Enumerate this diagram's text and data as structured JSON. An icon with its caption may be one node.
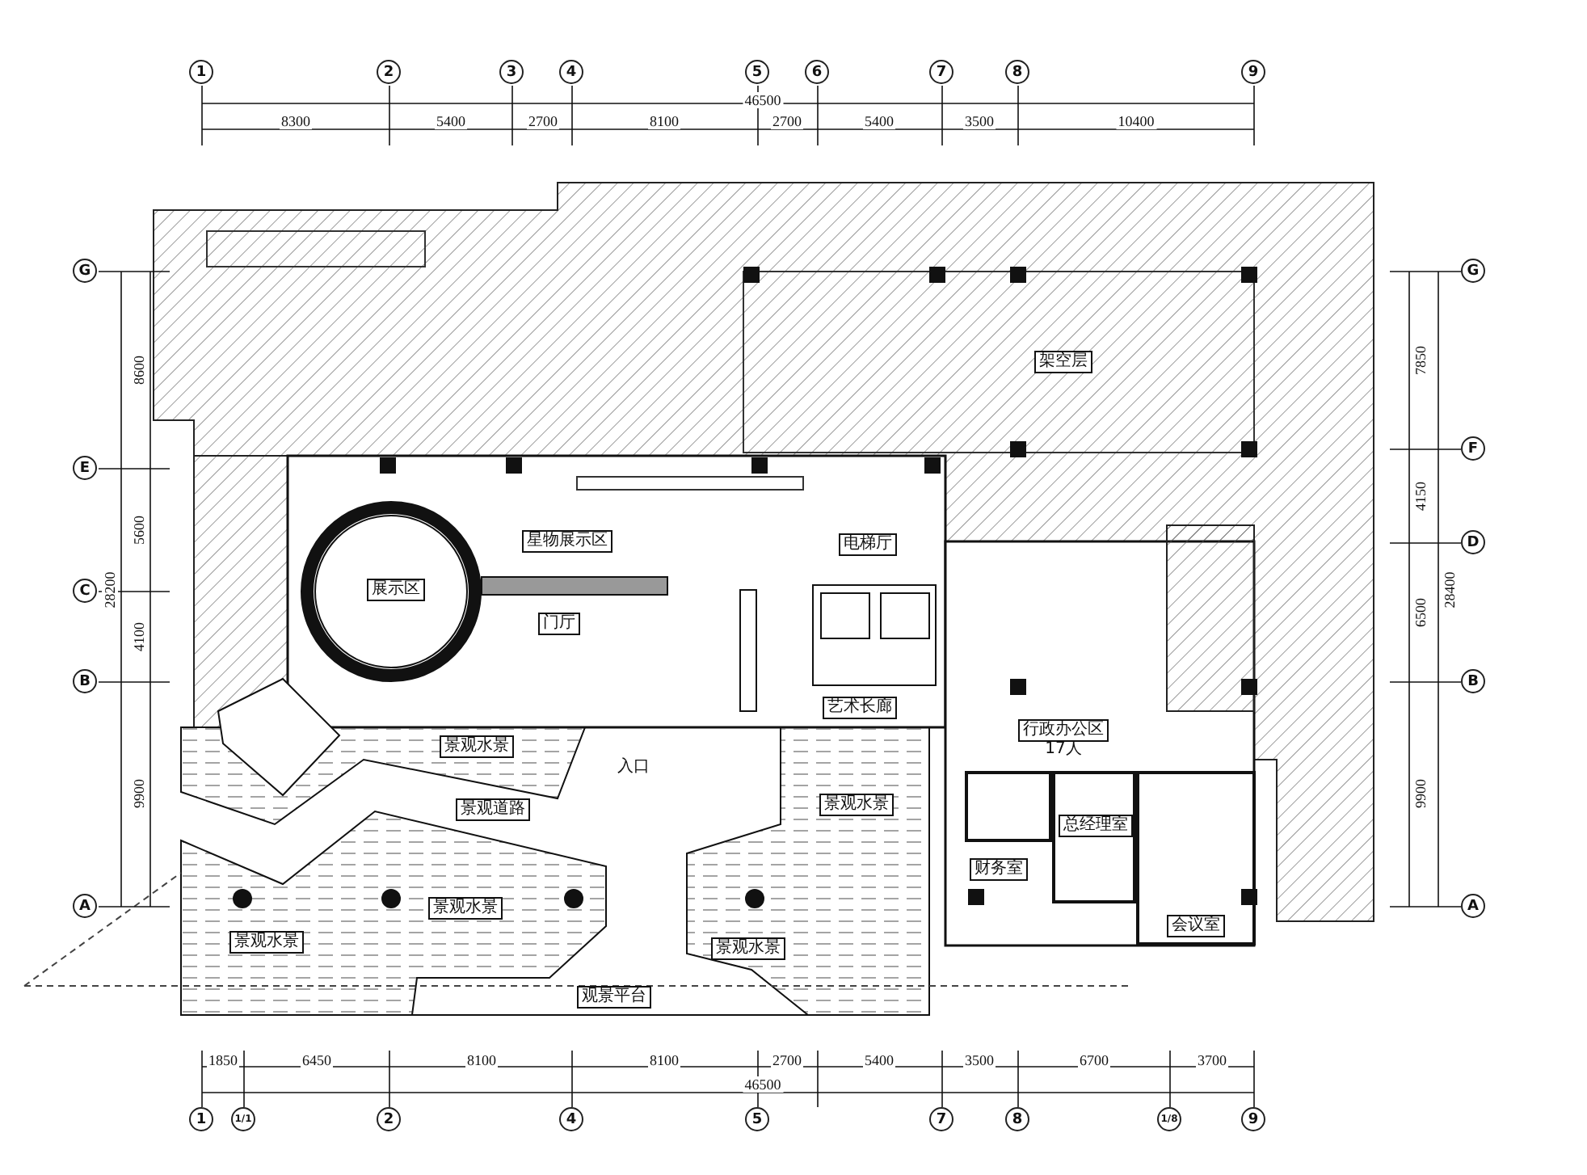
{
  "diagram": {
    "nodes": [
      {
        "text": [
          "1"
        ]
      },
      {
        "text": [
          "2"
        ]
      },
      {
        "text": [
          "3"
        ]
      },
      {
        "text": [
          "4"
        ]
      },
      {
        "text": [
          "5"
        ]
      },
      {
        "text": [
          "6"
        ]
      },
      {
        "text": [
          "7"
        ]
      },
      {
        "text": [
          "8"
        ]
      },
      {
        "text": [
          "9"
        ]
      },
      {
        "text": [
          "G"
        ]
      },
      {
        "text": [
          "E"
        ]
      },
      {
        "text": [
          "C"
        ]
      },
      {
        "text": [
          "B"
        ]
      },
      {
        "text": [
          "A"
        ]
      },
      {
        "text": [
          "G"
        ]
      },
      {
        "text": [
          "F"
        ]
      },
      {
        "text": [
          "D"
        ]
      },
      {
        "text": [
          "B"
        ]
      },
      {
        "text": [
          "A"
        ]
      },
      {
        "text": [
          "架空层"
        ]
      },
      {
        "text": [
          "星物展示区"
        ]
      },
      {
        "text": [
          "电梯厅"
        ]
      },
      {
        "text": [
          "展示区"
        ]
      },
      {
        "text": [
          "门厅"
        ]
      },
      {
        "text": [
          "艺术长廊"
        ]
      },
      {
        "text": [
          "行政办公区"
        ],
        "beside": [
          "17人"
        ]
      },
      {
        "text": [
          "景观水景"
        ]
      },
      {
        "text": [
          "景观道路"
        ]
      },
      {
        "text": [
          "景观水景"
        ]
      },
      {
        "text": [
          "总经理室"
        ]
      },
      {
        "text": [
          "财务室"
        ]
      },
      {
        "text": [
          "景观水景"
        ]
      },
      {
        "text": [
          "会议室"
        ]
      },
      {
        "text": [
          "景观水景"
        ]
      },
      {
        "text": [
          "景观水景"
        ]
      },
      {
        "text": [
          "观景平台"
        ]
      },
      {
        "text": [
          "1"
        ]
      },
      {
        "text": [
          "1/1"
        ]
      },
      {
        "text": [
          "2"
        ]
      },
      {
        "text": [
          "4"
        ]
      },
      {
        "text": [
          "5"
        ]
      },
      {
        "text": [
          "7"
        ]
      },
      {
        "text": [
          "8"
        ]
      },
      {
        "text": [
          "1/8"
        ]
      },
      {
        "text": [
          "9"
        ]
      }
    ],
    "labels": [
      "46500",
      "8300",
      "5400",
      "2700",
      "8100",
      "2700",
      "5400",
      "3500",
      "10400",
      "8600",
      "5600",
      "4100",
      "9900",
      "28200",
      "7850",
      "4150",
      "6500",
      "9900",
      "28400",
      "入口",
      "1850",
      "6450",
      "8100",
      "8100",
      "2700",
      "5400",
      "3500",
      "6700",
      "3700",
      "46500"
    ]
  }
}
